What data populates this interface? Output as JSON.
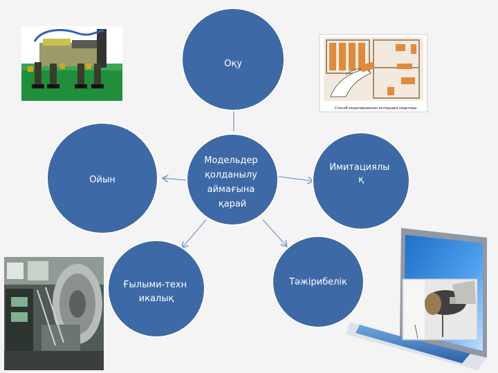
{
  "center": {
    "lines": [
      "Модельдер",
      "қолданылу",
      "аймағына",
      "қарай"
    ]
  },
  "nodes": {
    "top": {
      "lines": [
        "Оқу"
      ]
    },
    "left": {
      "lines": [
        "Ойын"
      ]
    },
    "right": {
      "lines": [
        "Имитациялы",
        "қ"
      ]
    },
    "bottom_left": {
      "lines": [
        "Ғылыми-техн",
        "икалық"
      ]
    },
    "bottom_right": {
      "lines": [
        "Тәжірибелік"
      ]
    }
  },
  "images": {
    "top_right_caption": "Способ моделирования интерьера квартиры."
  },
  "colors": {
    "node_fill": "#3d6aa6",
    "node_stroke": "#ffffff",
    "connector": "#7d9cc6",
    "background": "#f4f4f4"
  }
}
